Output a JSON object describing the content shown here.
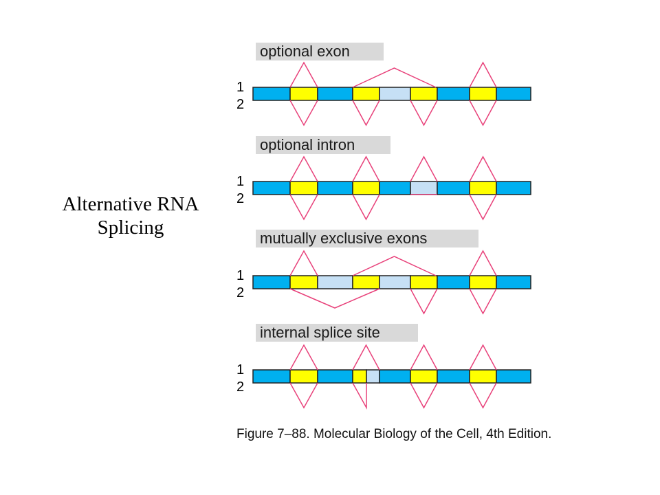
{
  "title_lines": [
    "Alternative RNA",
    "Splicing"
  ],
  "caption": "Figure 7–88. Molecular Biology of the Cell, 4th Edition.",
  "row_labels": [
    "1",
    "2"
  ],
  "colors": {
    "intron": "#00b0f0",
    "exon": "#ffff00",
    "alt_region": "#c6e0f5",
    "splice_line": "#e8417a",
    "label_bg": "#d9d9d9"
  },
  "panels": [
    {
      "label": "optional exon",
      "segments": [
        "intron",
        "exon",
        "intron",
        "exon",
        "alt_region",
        "exon",
        "intron",
        "exon",
        "intron"
      ]
    },
    {
      "label": "optional intron",
      "segments": [
        "intron",
        "exon",
        "intron",
        "exon",
        "intron",
        "alt_region",
        "intron",
        "exon",
        "intron"
      ]
    },
    {
      "label": "mutually exclusive exons",
      "segments": [
        "intron",
        "exon",
        "alt_region",
        "exon",
        "alt_region",
        "exon",
        "intron",
        "exon",
        "intron"
      ]
    },
    {
      "label": "internal splice site",
      "segments": [
        "intron",
        "exon",
        "intron",
        "exon",
        "alt_region",
        "intron",
        "exon",
        "intron",
        "exon",
        "intron"
      ]
    }
  ]
}
